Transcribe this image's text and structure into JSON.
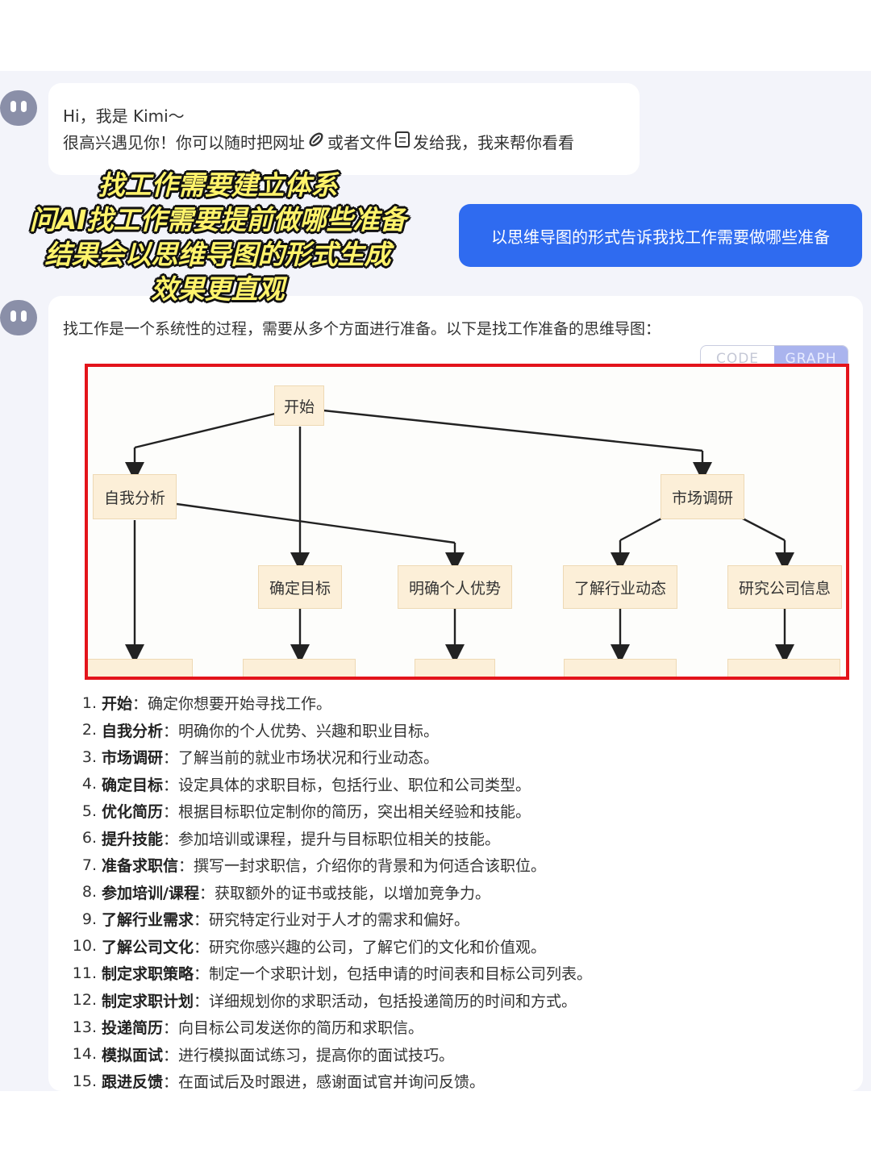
{
  "greeting": {
    "line1": "Hi，我是 Kimi～",
    "line2_a": "很高兴遇见你！你可以随时把网址",
    "line2_b": "或者文件",
    "line2_c": "发给我，我来帮你看看"
  },
  "overlay": {
    "lines": [
      "找工作需要建立体系",
      "问AI找工作需要提前做哪些准备",
      "结果会以思维导图的形式生成",
      "效果更直观"
    ]
  },
  "user_message": "以思维导图的形式告诉我找工作需要做哪些准备",
  "reply": {
    "intro": "找工作是一个系统性的过程，需要从多个方面进行准备。以下是找工作准备的思维导图：",
    "toggle": {
      "code": "CODE",
      "graph": "GRAPH",
      "active": "GRAPH"
    }
  },
  "mindmap": {
    "root": "开始",
    "level1": [
      "自我分析",
      "市场调研"
    ],
    "level2": [
      "确定目标",
      "明确个人优势",
      "了解行业动态",
      "研究公司信息"
    ]
  },
  "steps": [
    {
      "num": "1.",
      "term": "开始",
      "desc": "确定你想要开始寻找工作。"
    },
    {
      "num": "2.",
      "term": "自我分析",
      "desc": "明确你的个人优势、兴趣和职业目标。"
    },
    {
      "num": "3.",
      "term": "市场调研",
      "desc": "了解当前的就业市场状况和行业动态。"
    },
    {
      "num": "4.",
      "term": "确定目标",
      "desc": "设定具体的求职目标，包括行业、职位和公司类型。"
    },
    {
      "num": "5.",
      "term": "优化简历",
      "desc": "根据目标职位定制你的简历，突出相关经验和技能。"
    },
    {
      "num": "6.",
      "term": "提升技能",
      "desc": "参加培训或课程，提升与目标职位相关的技能。"
    },
    {
      "num": "7.",
      "term": "准备求职信",
      "desc": "撰写一封求职信，介绍你的背景和为何适合该职位。"
    },
    {
      "num": "8.",
      "term": "参加培训/课程",
      "desc": "获取额外的证书或技能，以增加竞争力。"
    },
    {
      "num": "9.",
      "term": "了解行业需求",
      "desc": "研究特定行业对于人才的需求和偏好。"
    },
    {
      "num": "10.",
      "term": "了解公司文化",
      "desc": "研究你感兴趣的公司，了解它们的文化和价值观。"
    },
    {
      "num": "11.",
      "term": "制定求职策略",
      "desc": "制定一个求职计划，包括申请的时间表和目标公司列表。"
    },
    {
      "num": "12.",
      "term": "制定求职计划",
      "desc": "详细规划你的求职活动，包括投递简历的时间和方式。"
    },
    {
      "num": "13.",
      "term": "投递简历",
      "desc": "向目标公司发送你的简历和求职信。"
    },
    {
      "num": "14.",
      "term": "模拟面试",
      "desc": "进行模拟面试练习，提高你的面试技巧。"
    },
    {
      "num": "15.",
      "term": "跟进反馈",
      "desc": "在面试后及时跟进，感谢面试官并询问反馈。"
    }
  ],
  "colors": {
    "user_bubble": "#2f6bf0",
    "highlight_border": "#e3141b",
    "node_fill": "#fcefd8",
    "overlay_text": "#fff36b"
  }
}
